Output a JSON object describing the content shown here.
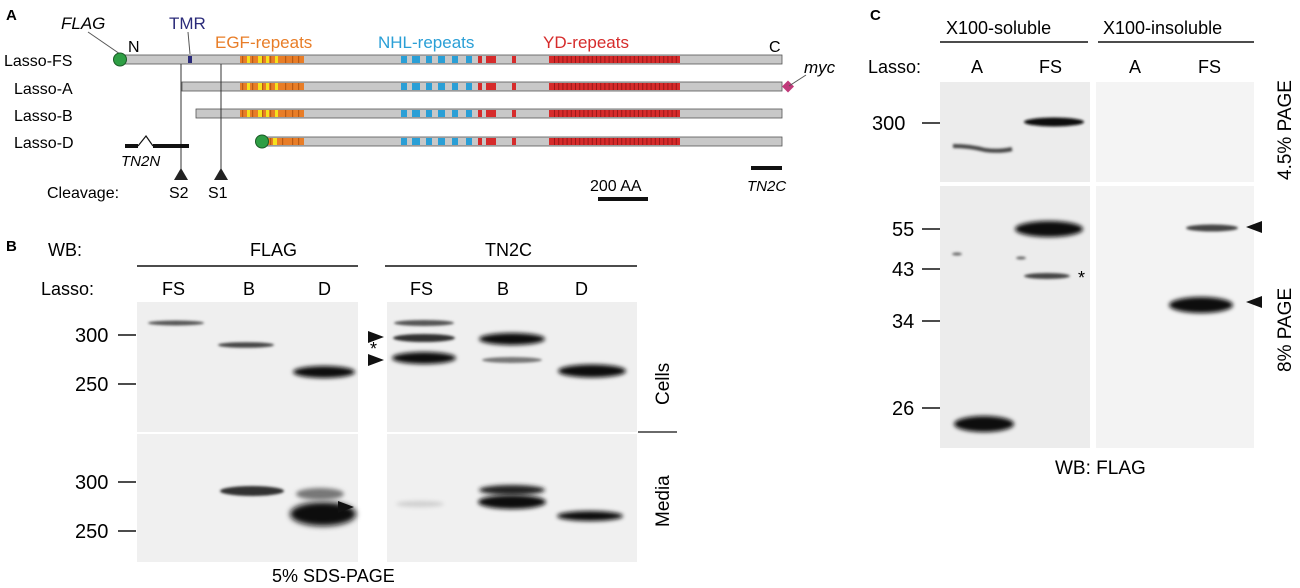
{
  "panelA": {
    "letter": "A",
    "flag_label": "FLAG",
    "tmr_label": "TMR",
    "n_label": "N",
    "c_label": "C",
    "egf_label": "EGF-repeats",
    "nhl_label": "NHL-repeats",
    "yd_label": "YD-repeats",
    "myc_label": "myc",
    "constructs": [
      "Lasso-FS",
      "Lasso-A",
      "Lasso-B",
      "Lasso-D"
    ],
    "tn2n_label": "TN2N",
    "tn2c_label": "TN2C",
    "cleavage_label": "Cleavage:",
    "s2_label": "S2",
    "s1_label": "S1",
    "scale_label": "200 AA",
    "colors": {
      "bar": "#c8c8c8",
      "egf": "#e87d27",
      "egf_core": "#f5e21c",
      "nhl": "#2a9fd6",
      "yd": "#d62b2b",
      "tmr": "#2b2b7a",
      "flag_dot": "#2e9e44",
      "myc_dot": "#c0397a"
    }
  },
  "panelB": {
    "letter": "B",
    "wb_label": "WB:",
    "lasso_label": "Lasso:",
    "flag_group": "FLAG",
    "tn2c_group": "TN2C",
    "lanes": [
      "FS",
      "B",
      "D",
      "FS",
      "B",
      "D"
    ],
    "mw_top": [
      "300",
      "250"
    ],
    "mw_bottom": [
      "300",
      "250"
    ],
    "cells_label": "Cells",
    "media_label": "Media",
    "asterisk": "*",
    "footer": "5% SDS-PAGE"
  },
  "panelC": {
    "letter": "C",
    "soluble": "X100-soluble",
    "insoluble": "X100-insoluble",
    "lasso_label": "Lasso:",
    "lanes": [
      "A",
      "FS",
      "A",
      "FS"
    ],
    "mw_top": [
      "300"
    ],
    "mw_bottom": [
      "55",
      "43",
      "34",
      "26"
    ],
    "gel_top_label": "4.5% PAGE",
    "gel_bottom_label": "8% PAGE",
    "asterisk": "*",
    "footer": "WB: FLAG"
  }
}
